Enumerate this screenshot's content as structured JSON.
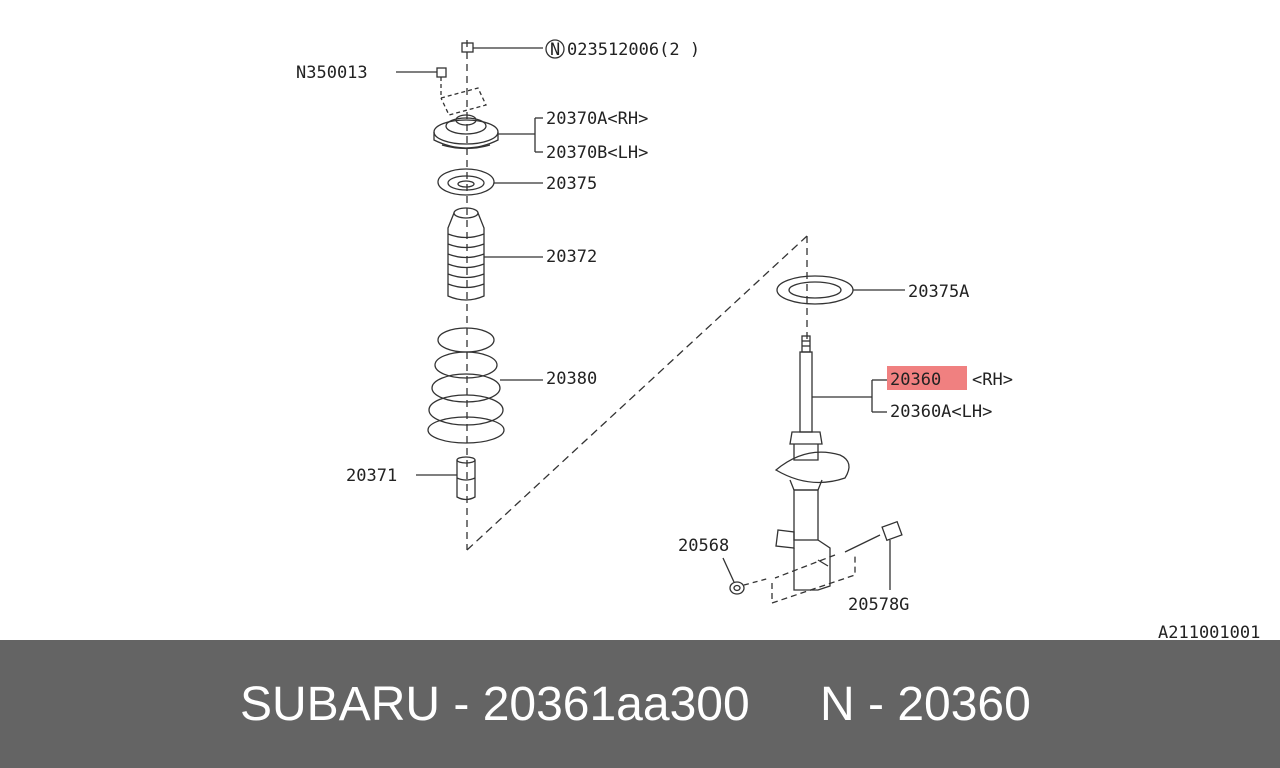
{
  "diagram": {
    "code": "A211001001",
    "highlight_color": "#f08080",
    "callouts": {
      "c_023512006_mark": "N",
      "c_023512006": "023512006(2 )",
      "c_n350013": "N350013",
      "c_20370a": "20370A<RH>",
      "c_20370b": "20370B<LH>",
      "c_20375": "20375",
      "c_20372": "20372",
      "c_20380": "20380",
      "c_20371": "20371",
      "c_20375a": "20375A",
      "c_20360": "20360",
      "c_20360_rh": "<RH>",
      "c_20360a": "20360A<LH>",
      "c_20568": "20568",
      "c_20578g": "20578G"
    }
  },
  "footer": {
    "left": "SUBARU - 20361aa300",
    "right": "N - 20360"
  }
}
